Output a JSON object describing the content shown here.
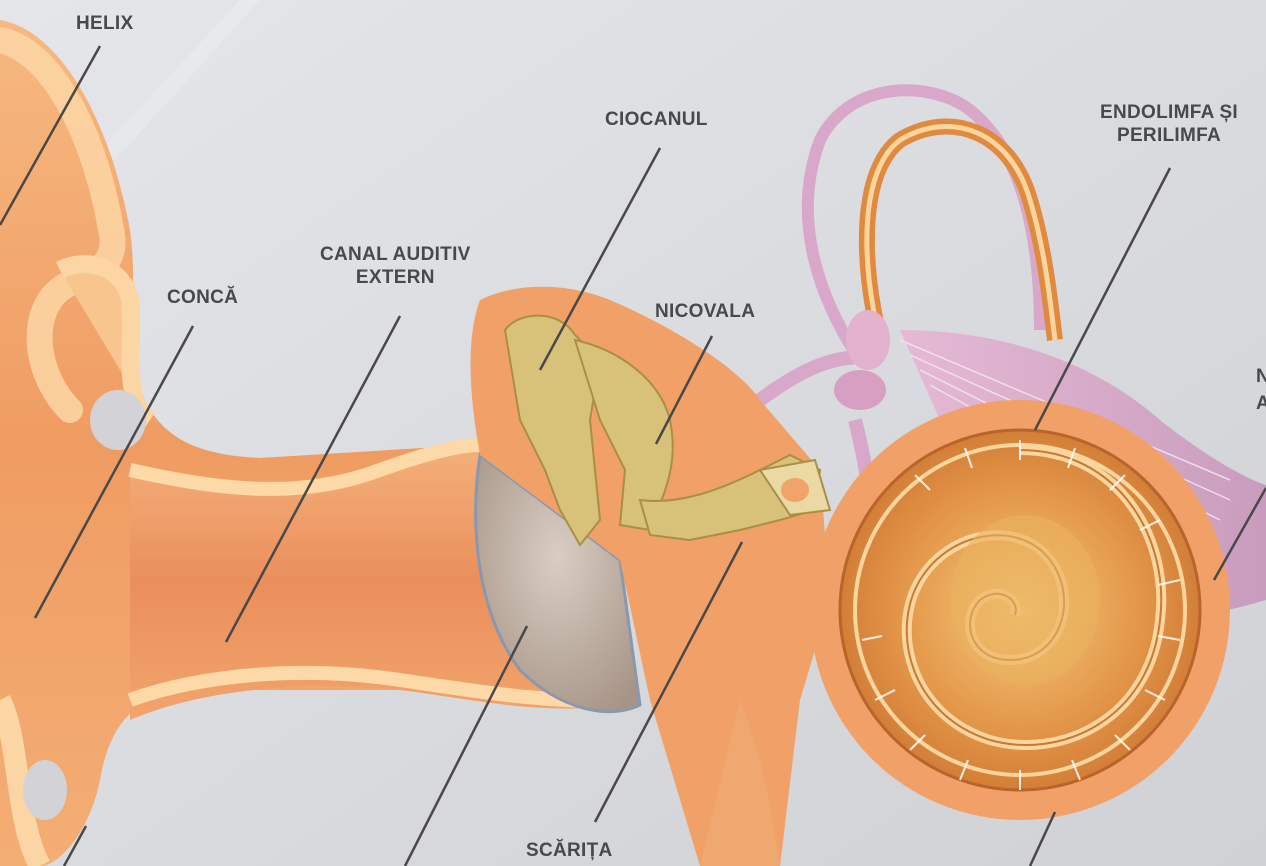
{
  "labels": {
    "helix": "HELIX",
    "ciocanul": "CIOCANUL",
    "endolimfa_line1": "ENDOLIMFA ȘI",
    "endolimfa_line2": "PERILIMFA",
    "canal_line1": "CANAL AUDITIV",
    "canal_line2": "EXTERN",
    "conca": "CONCĂ",
    "nicovala": "NICOVALA",
    "scarita": "SCĂRIȚA",
    "partial_right_1": "N",
    "partial_right_2": "A"
  },
  "colors": {
    "background": "#d8dadd",
    "skin": "#f3a76a",
    "skin_light": "#fbd59e",
    "cochlea": "#e08a3f",
    "ossicle": "#d8c27a",
    "canal_membrane": "#d9a7c9",
    "label_text": "#47494b",
    "leader_line": "#4a4848"
  }
}
